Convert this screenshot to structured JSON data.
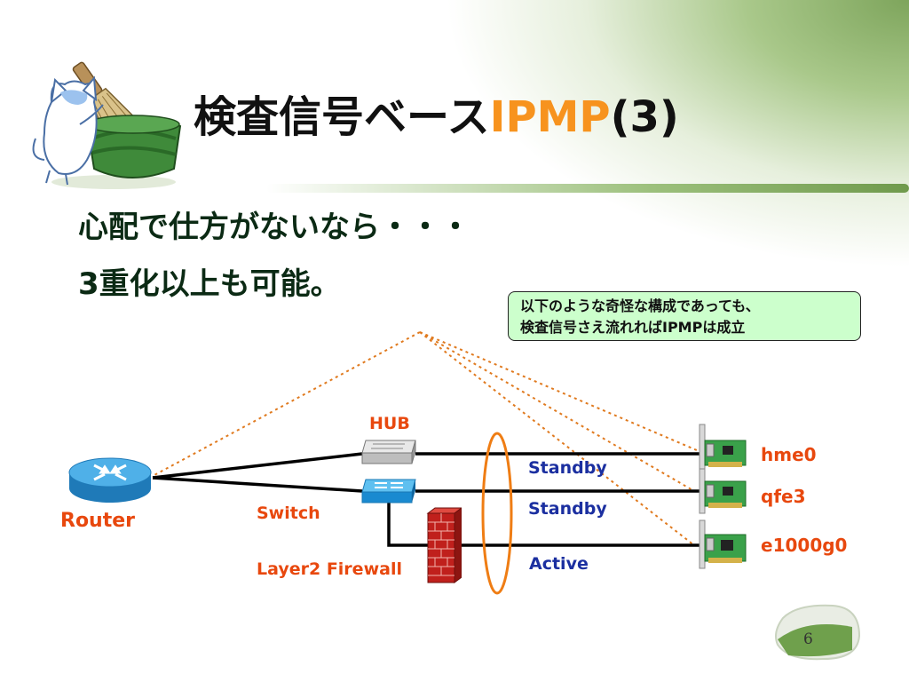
{
  "slide": {
    "title_main": "検査信号ベース",
    "title_accent": "IPMP",
    "title_suffix": "(3)",
    "body_line1": "心配で仕方がないなら・・・",
    "body_line2": "3重化以上も可能。",
    "callout_line1": "以下のような奇怪な構成であっても、",
    "callout_line2": "検査信号さえ流れればIPMPは成立",
    "page_number": "6"
  },
  "diagram": {
    "router_label": "Router",
    "hub_label": "HUB",
    "switch_label": "Switch",
    "firewall_label": "Layer2 Firewall",
    "links": [
      {
        "state": "Standby",
        "interface": "hme0"
      },
      {
        "state": "Standby",
        "interface": "qfe3"
      },
      {
        "state": "Active",
        "interface": "e1000g0"
      }
    ]
  },
  "colors": {
    "accent_orange": "#f7931e",
    "label_red": "#e8480e",
    "label_blue": "#1b2fa0",
    "callout_green": "#ccffcc",
    "theme_green": "#6f9a4c"
  },
  "icons": [
    "cat-with-tea-whisk-icon",
    "router-icon",
    "hub-icon",
    "switch-icon",
    "firewall-icon",
    "nic-card-icon"
  ]
}
